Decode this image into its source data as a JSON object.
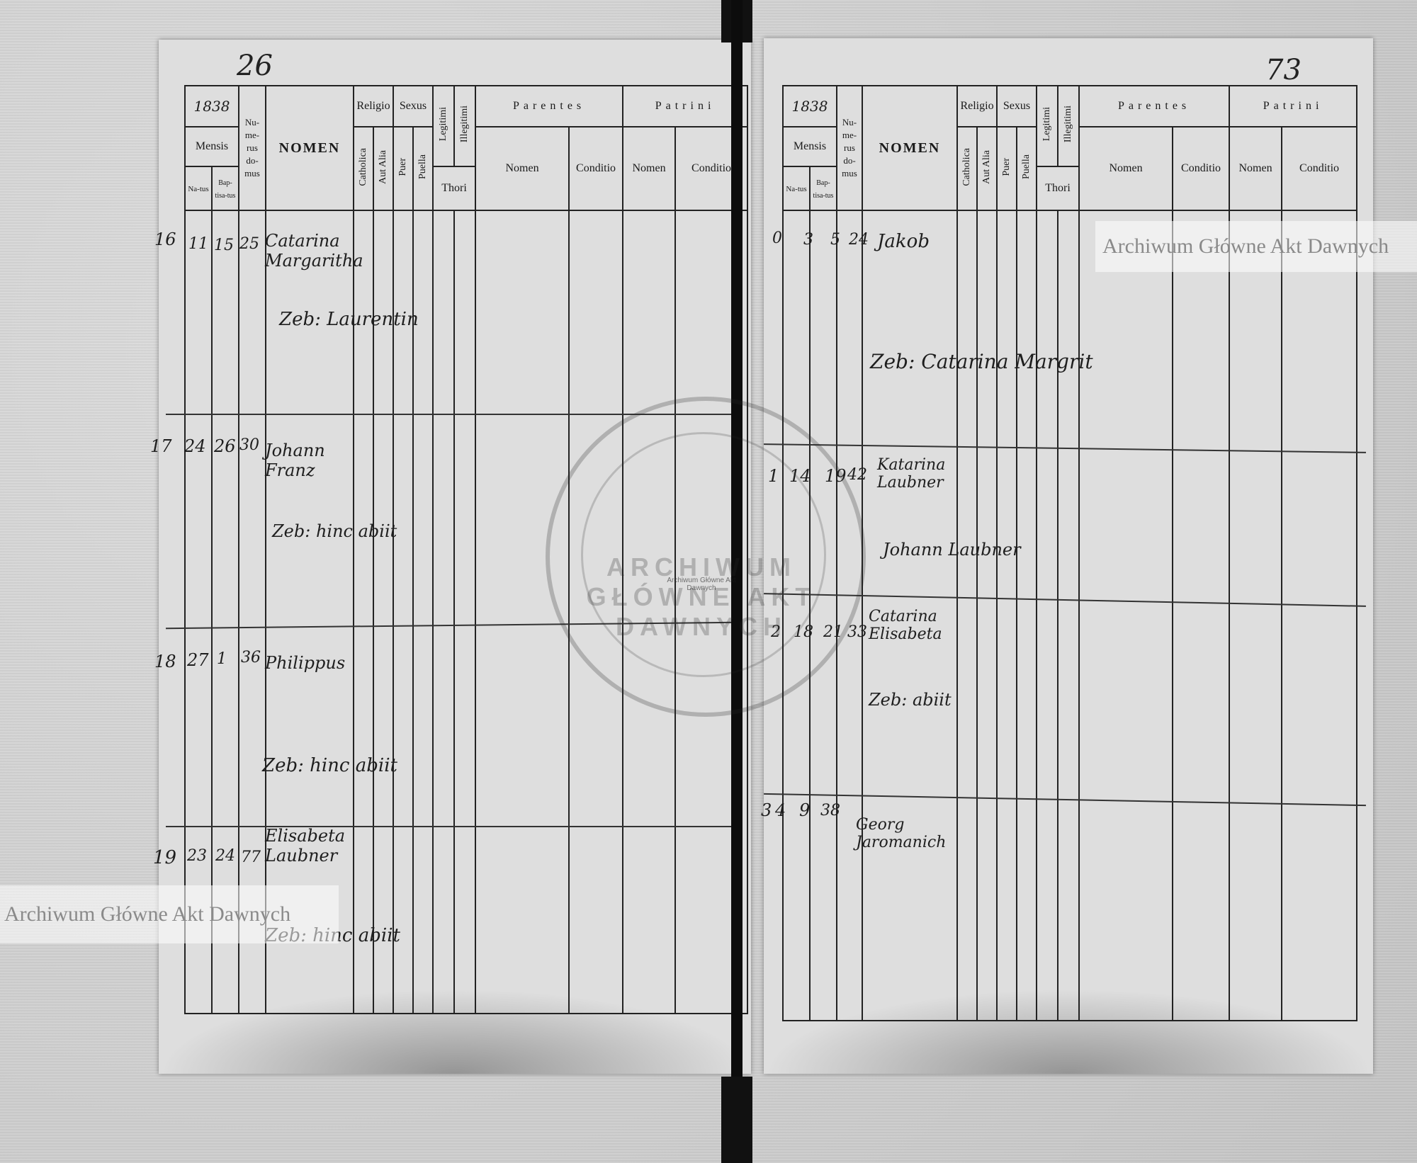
{
  "left_page": {
    "folio": "26",
    "year": "1838",
    "headers": {
      "mensis": "Mensis",
      "natus": "Na-tus",
      "baptisatus": "Bap-tisa-tus",
      "numerus_domus": "Nu-me-rus do-mus",
      "nomen": "NOMEN",
      "religio": "Religio",
      "catholica": "Catholica",
      "aut_alia": "Aut Alia",
      "sexus": "Sexus",
      "puer": "Puer",
      "puella": "Puella",
      "legitimi": "Legitimi",
      "illegitimi": "Illegitimi",
      "thori": "Thori",
      "parentes": "Parentes",
      "patrini": "Patrini",
      "nomen_col": "Nomen",
      "conditio": "Conditio"
    },
    "entries": [
      {
        "no": "16",
        "natus": "11",
        "bapt": "15",
        "domus": "25",
        "nomen": "Catarina Margaritha",
        "note": "Zeb: Laurentin"
      },
      {
        "no": "17",
        "natus": "24",
        "bapt": "26",
        "domus": "30",
        "nomen": "Johann Franz",
        "note": "Zeb: hinc abiit"
      },
      {
        "no": "18",
        "natus": "27",
        "bapt": "1",
        "domus": "36",
        "nomen": "Philippus",
        "note": "Zeb: hinc abiit"
      },
      {
        "no": "19",
        "natus": "23",
        "bapt": "24",
        "domus": "77",
        "nomen": "Elisabeta Laubner",
        "note": "Zeb: hinc abiit"
      }
    ]
  },
  "right_page": {
    "folio": "73",
    "year": "1838",
    "entries": [
      {
        "no": "0",
        "natus": "3",
        "bapt": "5",
        "domus": "24",
        "nomen": "Jakob",
        "note": "Zeb: Catarina Margrit"
      },
      {
        "no": "1",
        "natus": "14",
        "bapt": "19",
        "domus": "42",
        "nomen": "Katarina Laubner",
        "note": "Johann Laubner"
      },
      {
        "no": "2",
        "natus": "18",
        "bapt": "21",
        "domus": "33",
        "nomen": "Catarina Elisabeta",
        "note": "Zeb: abiit"
      },
      {
        "no": "3",
        "natus": "4",
        "bapt": "9",
        "domus": "38",
        "nomen": "Georg Jaromanich",
        "note": ""
      }
    ]
  },
  "watermark": {
    "text_1": "Archiwum Główne Akt Dawnych",
    "text_2": "Archiwum Główne Akt Dawnych"
  },
  "seal": {
    "text": "ARCHIWUM GŁÓWNE AKT DAWNYCH",
    "center": "Archiwum Główne Akt Dawnych"
  }
}
